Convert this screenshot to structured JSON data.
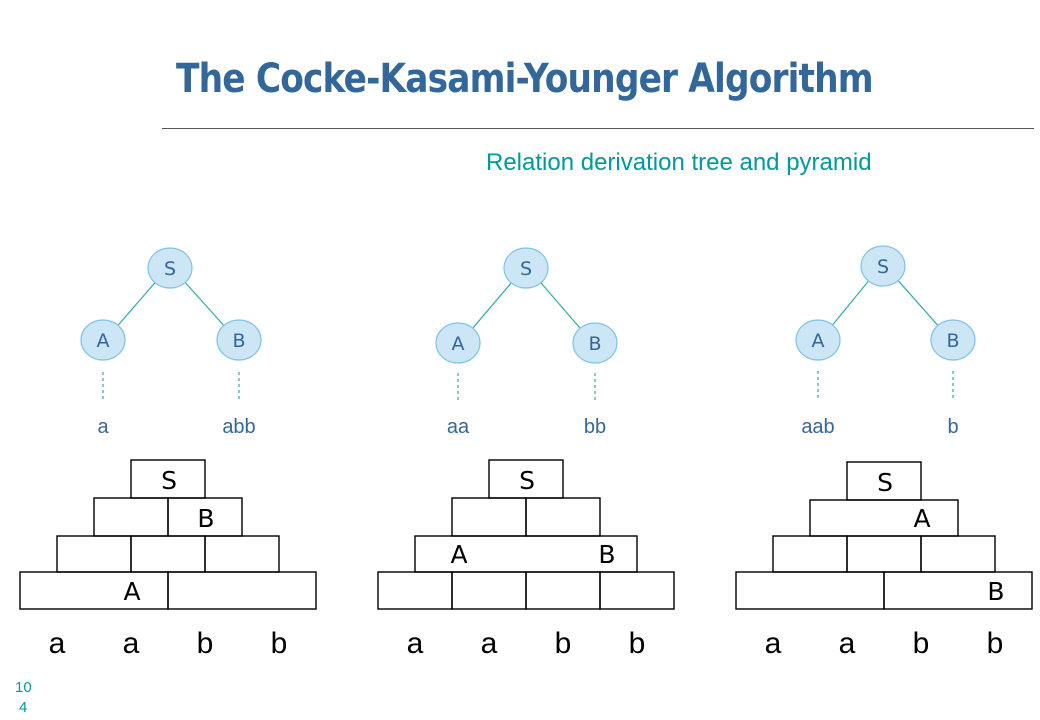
{
  "slide": {
    "title": "The Cocke-Kasami-Younger Algorithm",
    "subtitle": "Relation derivation tree and pyramid",
    "page_number_line1": "10",
    "page_number_line2": "4"
  },
  "trees": [
    {
      "root": "S",
      "left": "A",
      "right": "B",
      "left_yield": "a",
      "right_yield": "abb"
    },
    {
      "root": "S",
      "left": "A",
      "right": "B",
      "left_yield": "aa",
      "right_yield": "bb"
    },
    {
      "root": "S",
      "left": "A",
      "right": "B",
      "left_yield": "aab",
      "right_yield": "b"
    }
  ],
  "pyramids": [
    {
      "word": [
        "a",
        "a",
        "b",
        "b"
      ],
      "rows": [
        {
          "level": 4,
          "cells": [
            {
              "span": 1,
              "label": "S"
            }
          ]
        },
        {
          "level": 3,
          "cells": [
            {
              "span": 1,
              "label": ""
            },
            {
              "span": 1,
              "label": "B"
            }
          ]
        },
        {
          "level": 2,
          "cells": [
            {
              "span": 1,
              "label": ""
            },
            {
              "span": 1,
              "label": ""
            },
            {
              "span": 1,
              "label": ""
            }
          ]
        },
        {
          "level": 1,
          "cells": [
            {
              "span": 2,
              "label": "A"
            },
            {
              "span": 2,
              "label": ""
            }
          ]
        }
      ]
    },
    {
      "word": [
        "a",
        "a",
        "b",
        "b"
      ],
      "rows": [
        {
          "level": 4,
          "cells": [
            {
              "span": 1,
              "label": "S"
            }
          ]
        },
        {
          "level": 3,
          "cells": [
            {
              "span": 1,
              "label": ""
            },
            {
              "span": 1,
              "label": ""
            }
          ]
        },
        {
          "level": 2,
          "cells": [
            {
              "span": 3,
              "label": "A B"
            }
          ]
        },
        {
          "level": 1,
          "cells": [
            {
              "span": 1,
              "label": ""
            },
            {
              "span": 1,
              "label": ""
            },
            {
              "span": 1,
              "label": ""
            },
            {
              "span": 1,
              "label": ""
            }
          ]
        }
      ]
    },
    {
      "word": [
        "a",
        "a",
        "b",
        "b"
      ],
      "rows": [
        {
          "level": 4,
          "cells": [
            {
              "span": 1,
              "label": "S"
            }
          ]
        },
        {
          "level": 3,
          "cells": [
            {
              "span": 2,
              "label": "A"
            }
          ]
        },
        {
          "level": 2,
          "cells": [
            {
              "span": 1,
              "label": ""
            },
            {
              "span": 1,
              "label": ""
            },
            {
              "span": 1,
              "label": ""
            }
          ]
        },
        {
          "level": 1,
          "cells": [
            {
              "span": 2,
              "label": ""
            },
            {
              "span": 2,
              "label": "B"
            }
          ]
        }
      ]
    }
  ]
}
